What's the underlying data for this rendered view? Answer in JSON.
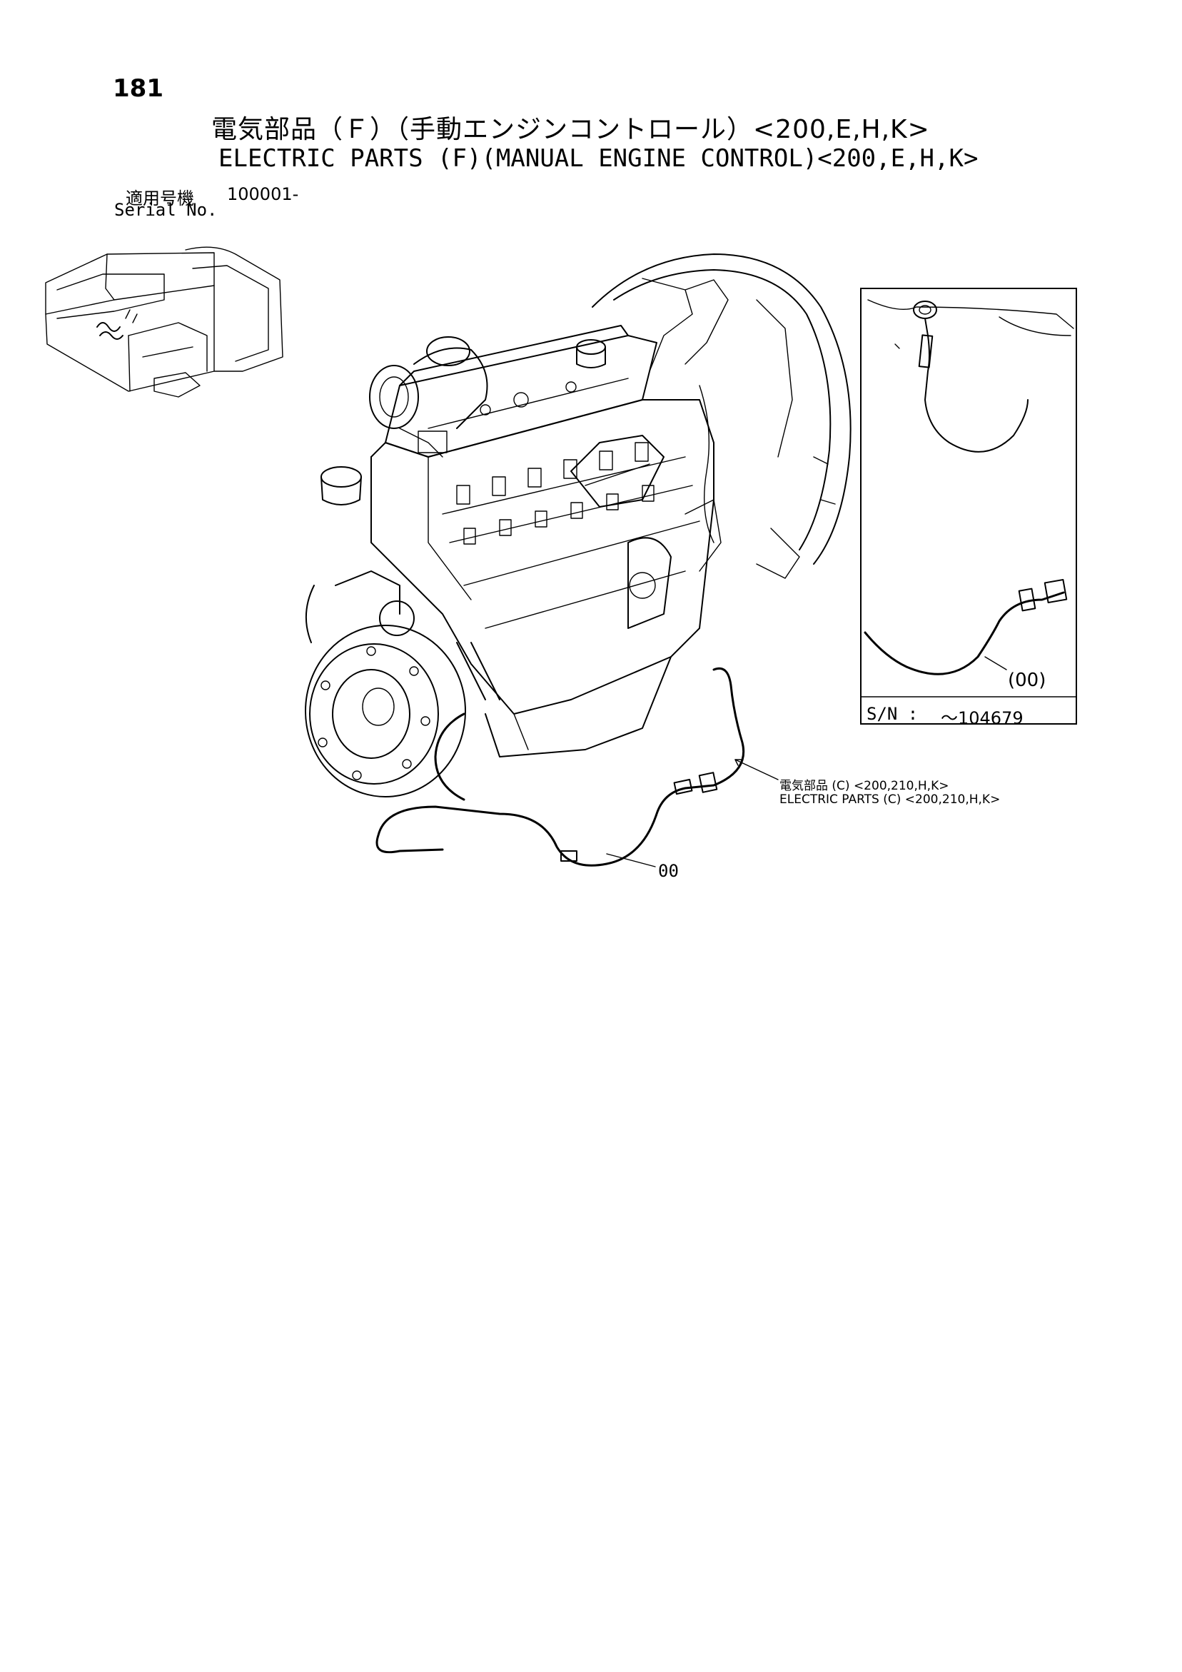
{
  "header": {
    "page_number": "181",
    "title_jp": "電気部品（Ｆ）（手動エンジンコントロール）<200,E,H,K>",
    "title_en": "ELECTRIC PARTS (F)(MANUAL ENGINE CONTROL)<200,E,H,K>",
    "serial_label_jp": "適用号機",
    "serial_number": "100001-",
    "serial_label_en": "Serial No."
  },
  "diagram": {
    "callout_jp": "電気部品 (C) <200,210,H,K>",
    "callout_en": "ELECTRIC  PARTS  (C)  <200,210,H,K>",
    "part_label": "00",
    "inset": {
      "part_label": "(00)",
      "sn_label": "S/N :",
      "sn_range": "～104679"
    }
  }
}
